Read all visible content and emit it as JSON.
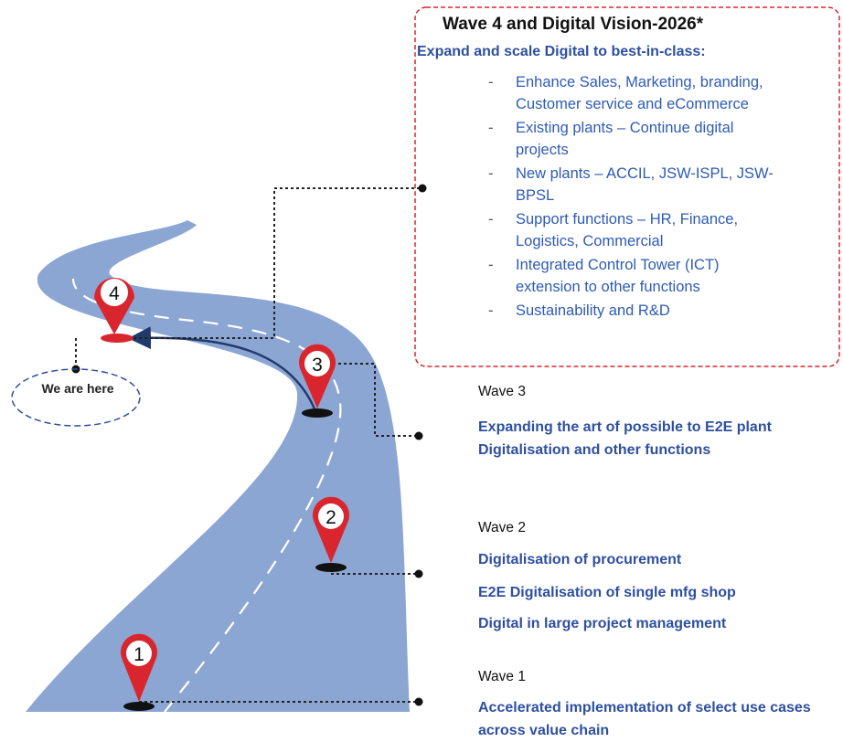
{
  "wave4": {
    "title": "Wave 4 and Digital Vision-2026*",
    "subtitle": "Expand and scale Digital to best-in-class:",
    "items": [
      "Enhance Sales, Marketing, branding, Customer service and eCommerce",
      "Existing plants – Continue digital projects",
      "New plants – ACCIL, JSW-ISPL, JSW-BPSL",
      "Support functions – HR, Finance, Logistics, Commercial",
      "Integrated Control Tower (ICT) extension to other functions",
      "Sustainability and R&D"
    ],
    "dash": "-"
  },
  "wave3": {
    "label": "Wave 3",
    "text": "Expanding the art of possible to E2E plant Digitalisation and other functions"
  },
  "wave2": {
    "label": "Wave 2",
    "items": [
      "Digitalisation of procurement",
      "E2E Digitalisation of single mfg shop",
      "Digital in large project management"
    ]
  },
  "wave1": {
    "label": "Wave 1",
    "text": "Accelerated implementation of select use cases across value chain"
  },
  "markers": [
    "1",
    "2",
    "3",
    "4"
  ],
  "current_position": "We are here",
  "colors": {
    "road": "#8ca6d3",
    "road_dash": "#ffffff",
    "pin": "#d9262e",
    "heading_blue": "#2e4fa0",
    "list_blue": "#2e5bb5",
    "callout_border": "#d9262e",
    "arrow": "#1f3a6b"
  }
}
